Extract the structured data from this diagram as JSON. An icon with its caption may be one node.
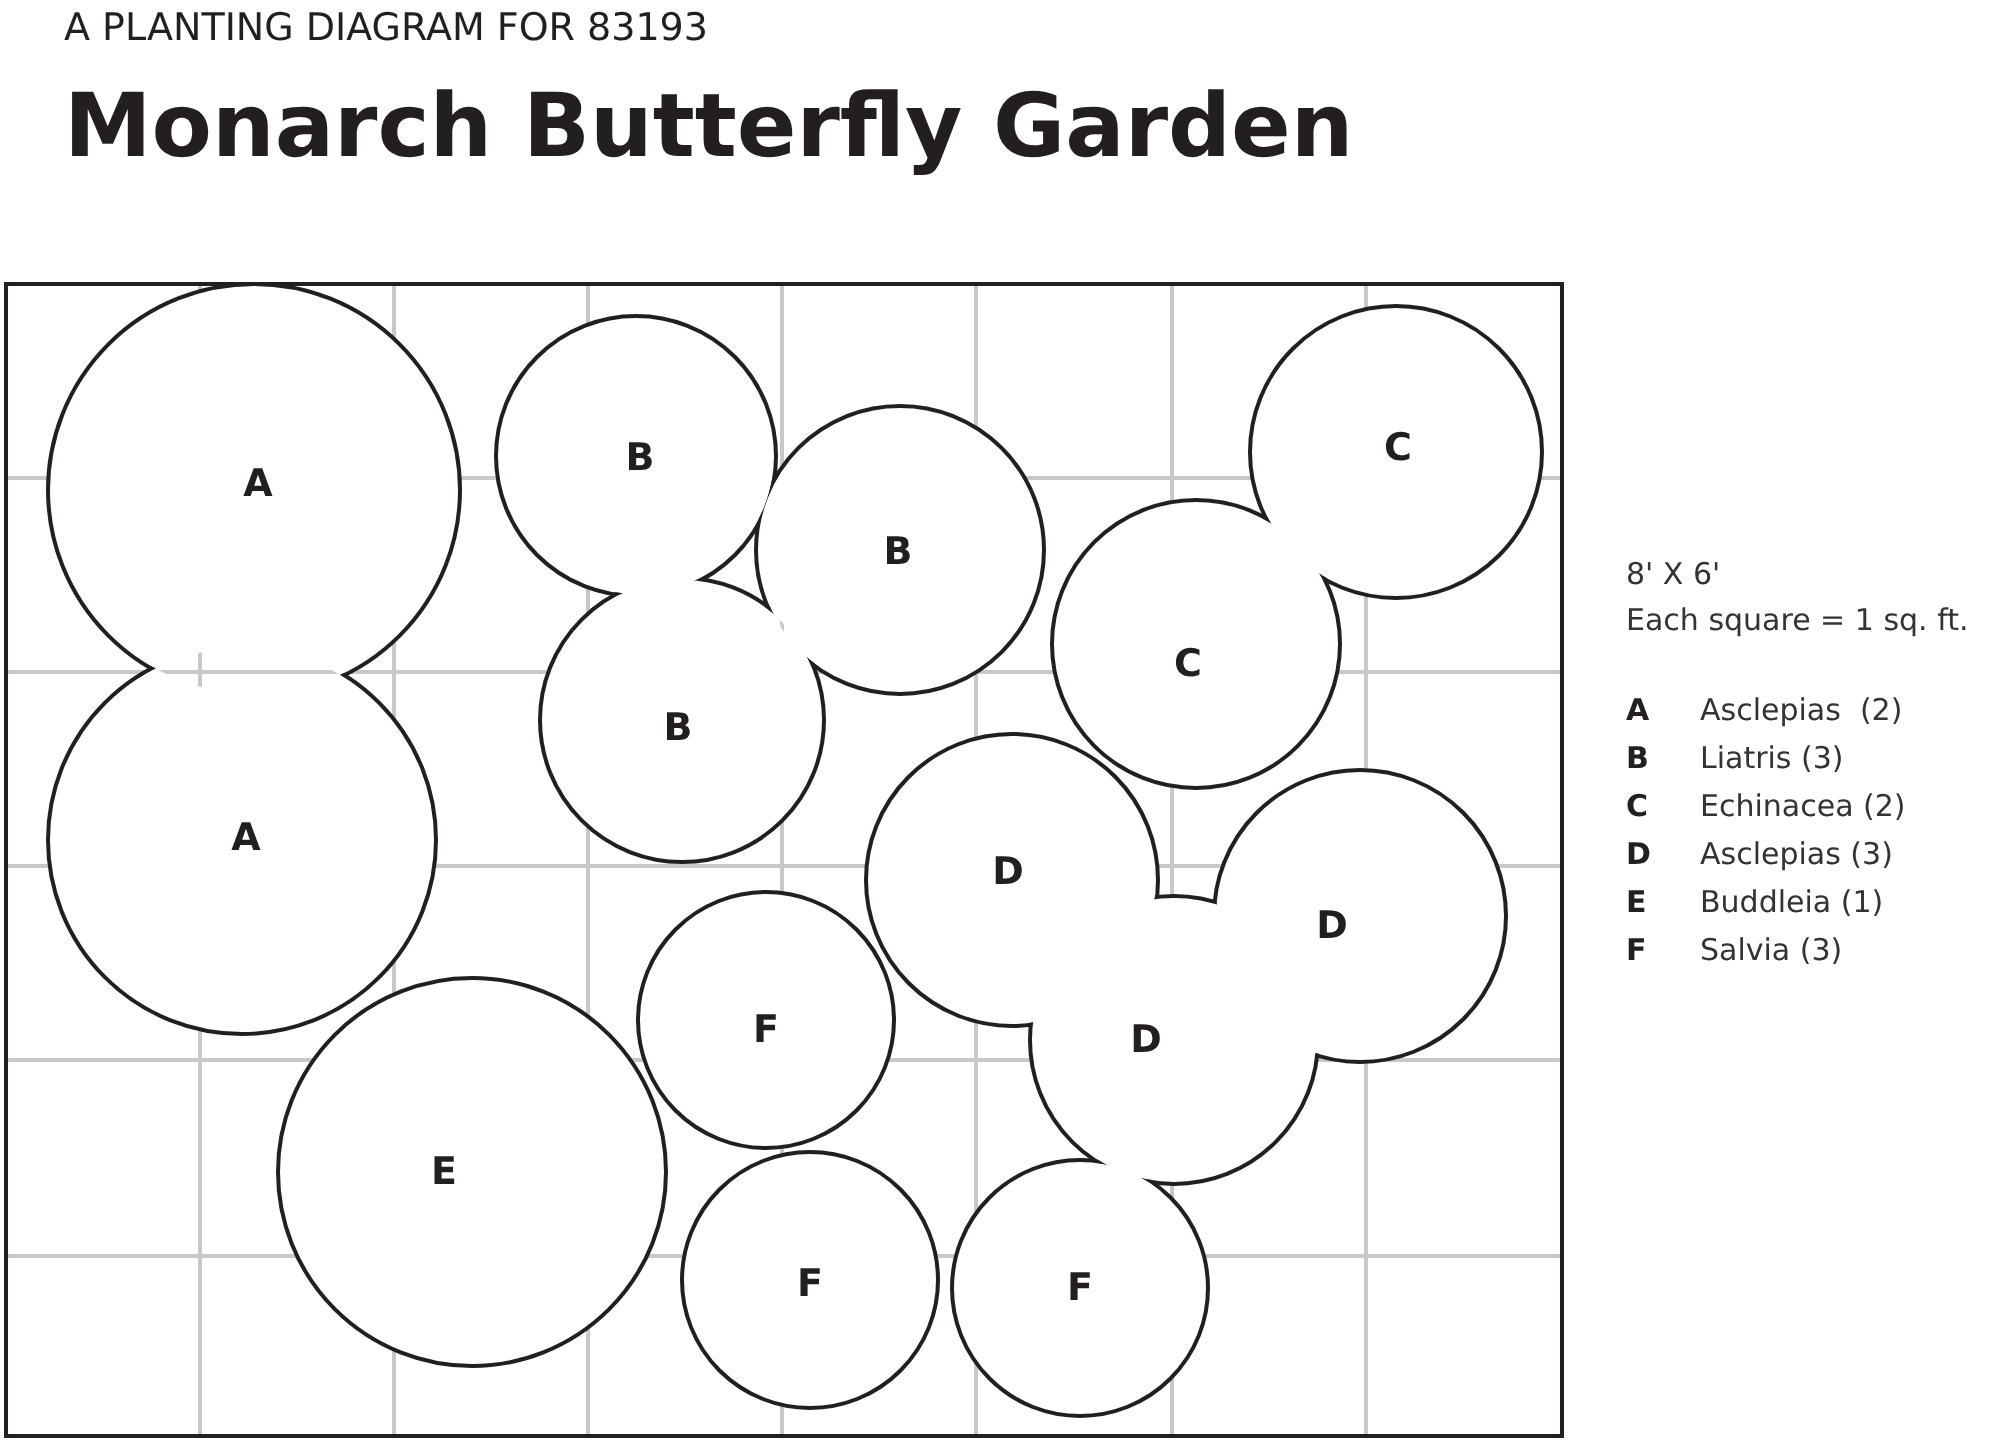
{
  "diagram": {
    "title": "Monarch Butterfly Garden",
    "nodes": [
      {
        "text": [
          "A"
        ]
      },
      {
        "text": [
          "A"
        ]
      },
      {
        "text": [
          "B"
        ]
      },
      {
        "text": [
          "B"
        ]
      },
      {
        "text": [
          "B"
        ]
      },
      {
        "text": [
          "C"
        ]
      },
      {
        "text": [
          "C"
        ]
      },
      {
        "text": [
          "D"
        ]
      },
      {
        "text": [
          "D"
        ]
      },
      {
        "text": [
          "D"
        ]
      },
      {
        "text": [
          "E"
        ]
      },
      {
        "text": [
          "F"
        ]
      },
      {
        "text": [
          "F"
        ]
      },
      {
        "text": [
          "F"
        ]
      }
    ],
    "edges": [],
    "labels": [
      "A PLANTING DIAGRAM FOR 83193",
      "8' X 6'",
      "Each square = 1 sq. ft.",
      "A",
      "Asclepias  (2)",
      "B",
      "Liatris (3)",
      "C",
      "Echinacea (2)",
      "D",
      "Asclepias (3)",
      "E",
      "Buddleia (1)",
      "F",
      "Salvia (3)"
    ]
  }
}
